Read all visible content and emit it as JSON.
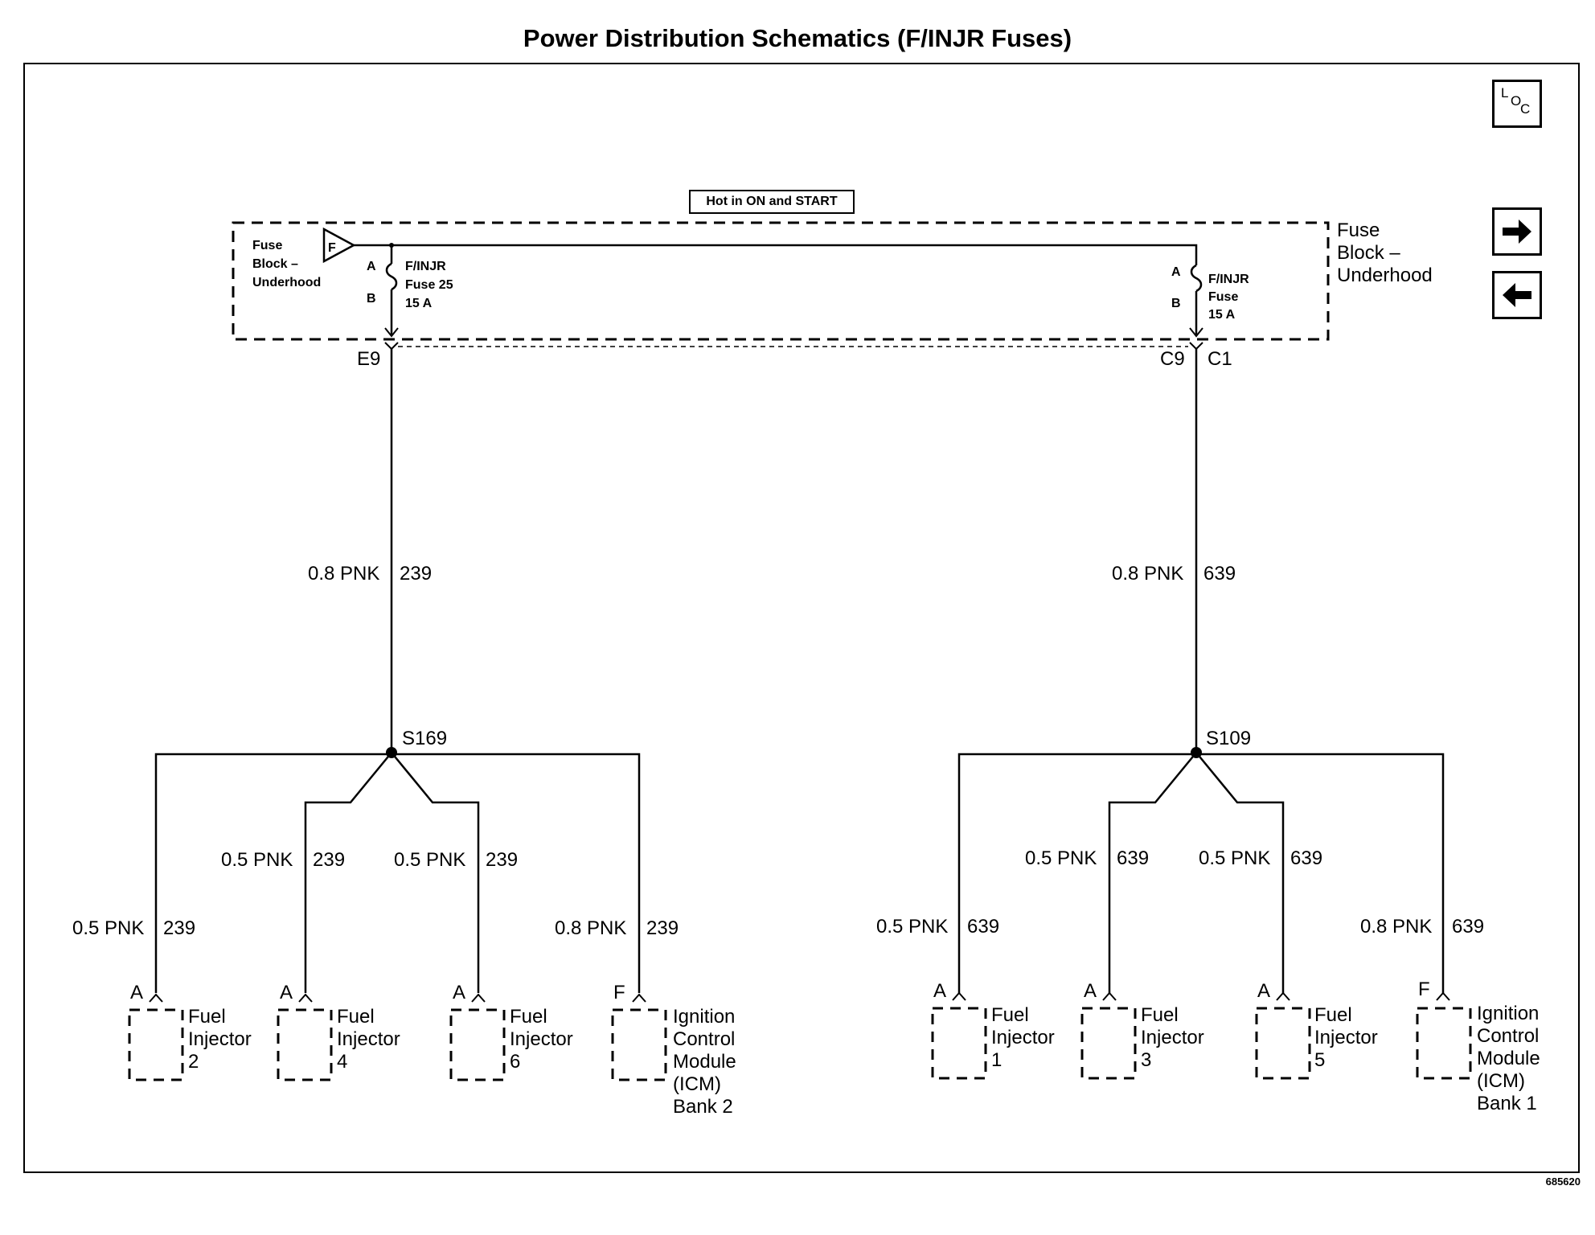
{
  "title": "Power Distribution Schematics (F/INJR Fuses)",
  "nav": {
    "loc_letters": [
      "L",
      "O",
      "C"
    ],
    "icons": [
      "right-arrow-icon",
      "left-arrow-icon"
    ]
  },
  "hot_label": "Hot in ON and START",
  "fuse_block": {
    "left_label": [
      "Fuse",
      "Block –",
      "Underhood"
    ],
    "right_label": [
      "Fuse",
      "Block –",
      "Underhood"
    ],
    "source_tag": "F",
    "fuses": [
      {
        "pin_in": "A",
        "pin_out": "B",
        "lines": [
          "F/INJR",
          "Fuse 25",
          "15 A"
        ],
        "connector": "E9"
      },
      {
        "pin_in": "A",
        "pin_out": "B",
        "lines": [
          "F/INJR",
          "Fuse",
          "15 A"
        ],
        "connectors": [
          "C9",
          "C1"
        ]
      }
    ]
  },
  "banks": [
    {
      "trunk_wire": {
        "size": "0.8 PNK",
        "circuit": "239"
      },
      "splice": "S169",
      "branches": [
        {
          "wire": {
            "size": "0.5 PNK",
            "circuit": "239"
          },
          "pin": "A",
          "component": [
            "Fuel",
            "Injector",
            "2"
          ]
        },
        {
          "wire": {
            "size": "0.5 PNK",
            "circuit": "239"
          },
          "pin": "A",
          "component": [
            "Fuel",
            "Injector",
            "4"
          ]
        },
        {
          "wire": {
            "size": "0.5 PNK",
            "circuit": "239"
          },
          "pin": "A",
          "component": [
            "Fuel",
            "Injector",
            "6"
          ]
        },
        {
          "wire": {
            "size": "0.8 PNK",
            "circuit": "239"
          },
          "pin": "F",
          "component": [
            "Ignition",
            "Control",
            "Module",
            "(ICM)",
            "Bank 2"
          ]
        }
      ]
    },
    {
      "trunk_wire": {
        "size": "0.8 PNK",
        "circuit": "639"
      },
      "splice": "S109",
      "branches": [
        {
          "wire": {
            "size": "0.5 PNK",
            "circuit": "639"
          },
          "pin": "A",
          "component": [
            "Fuel",
            "Injector",
            "1"
          ]
        },
        {
          "wire": {
            "size": "0.5 PNK",
            "circuit": "639"
          },
          "pin": "A",
          "component": [
            "Fuel",
            "Injector",
            "3"
          ]
        },
        {
          "wire": {
            "size": "0.5 PNK",
            "circuit": "639"
          },
          "pin": "A",
          "component": [
            "Fuel",
            "Injector",
            "5"
          ]
        },
        {
          "wire": {
            "size": "0.8 PNK",
            "circuit": "639"
          },
          "pin": "F",
          "component": [
            "Ignition",
            "Control",
            "Module",
            "(ICM)",
            "Bank 1"
          ]
        }
      ]
    }
  ],
  "figure_number": "685620"
}
